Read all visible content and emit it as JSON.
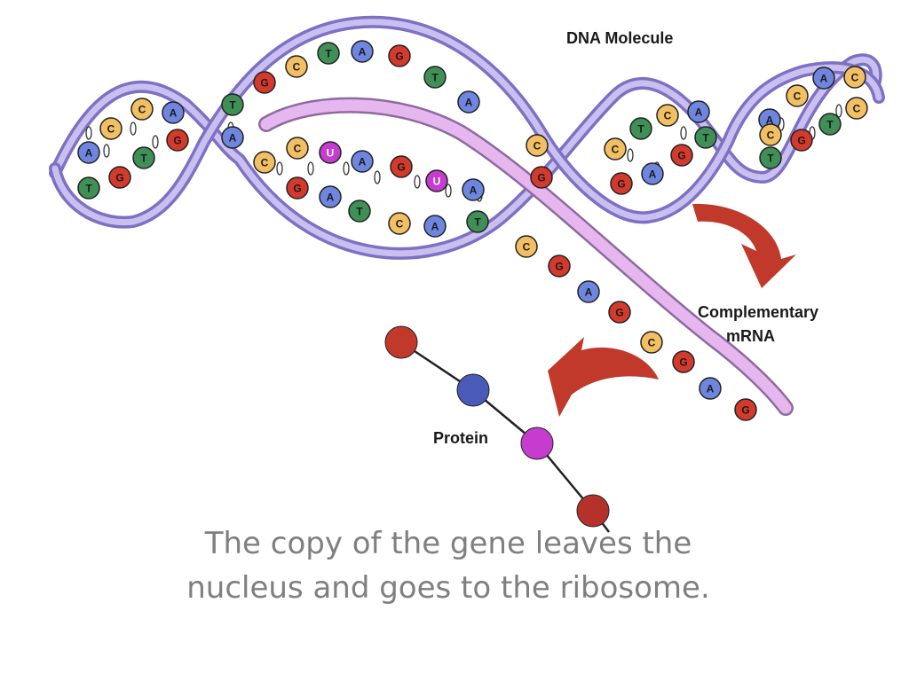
{
  "labels": {
    "dna_molecule": "DNA Molecule",
    "complementary": "Complementary",
    "mrna": "mRNA",
    "protein": "Protein"
  },
  "caption": {
    "line1": "The copy of the gene leaves the",
    "line2": "nucleus and goes to the ribosome."
  },
  "colors": {
    "A": "#6f86e0",
    "C": "#f2c063",
    "G": "#d33a2c",
    "T": "#3f8f56",
    "U": "#c53ccf",
    "backbone": "#a89ad8",
    "mrna_strand": "#e1a9e8",
    "arrow": "#c0392b",
    "caption_text": "#7f7f7f"
  },
  "bases": [
    {
      "t": "G"
    },
    {
      "t": "C"
    },
    {
      "t": "T"
    },
    {
      "t": "A"
    },
    {
      "t": "G"
    },
    {
      "t": "T"
    },
    {
      "t": "A"
    },
    {
      "t": "T"
    },
    {
      "t": "A"
    },
    {
      "t": "A"
    },
    {
      "t": "C"
    },
    {
      "t": "C"
    },
    {
      "t": "A"
    },
    {
      "t": "T"
    },
    {
      "t": "G"
    },
    {
      "t": "G"
    },
    {
      "t": "T"
    },
    {
      "t": "C"
    },
    {
      "t": "C"
    },
    {
      "t": "U"
    },
    {
      "t": "A"
    },
    {
      "t": "G"
    },
    {
      "t": "U"
    },
    {
      "t": "A"
    },
    {
      "t": "G"
    },
    {
      "t": "A"
    },
    {
      "t": "T"
    },
    {
      "t": "C"
    },
    {
      "t": "A"
    },
    {
      "t": "T"
    },
    {
      "t": "C"
    },
    {
      "t": "G"
    },
    {
      "t": "C"
    },
    {
      "t": "T"
    },
    {
      "t": "C"
    },
    {
      "t": "A"
    },
    {
      "t": "T"
    },
    {
      "t": "G"
    },
    {
      "t": "G"
    },
    {
      "t": "A"
    },
    {
      "t": "C"
    },
    {
      "t": "A"
    },
    {
      "t": "C"
    },
    {
      "t": "A"
    },
    {
      "t": "T"
    },
    {
      "t": "G"
    },
    {
      "t": "C"
    },
    {
      "t": "T"
    },
    {
      "t": "C"
    },
    {
      "t": "C"
    },
    {
      "t": "G"
    },
    {
      "t": "A"
    },
    {
      "t": "G"
    },
    {
      "t": "C"
    },
    {
      "t": "G"
    },
    {
      "t": "A"
    },
    {
      "t": "G"
    }
  ],
  "protein_beads": [
    {
      "color": "#c0392b"
    },
    {
      "color": "#4a5ab8"
    },
    {
      "color": "#c53ccf"
    },
    {
      "color": "#b5322a"
    }
  ]
}
